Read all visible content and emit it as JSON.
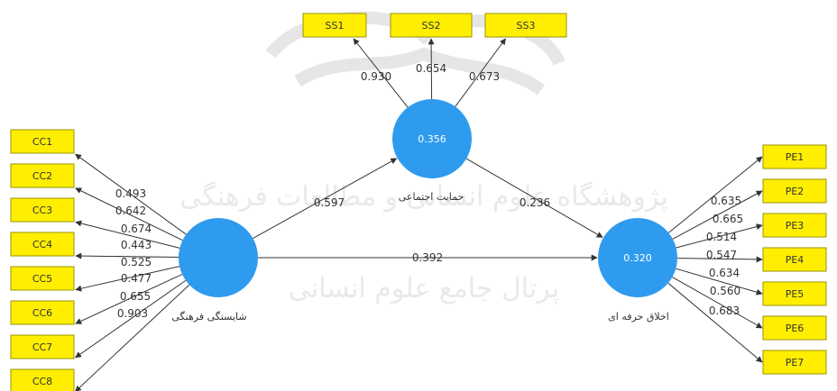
{
  "constructs": {
    "cultural": {
      "name": "شایستگی فرهنگی",
      "value": "",
      "color": "#2f9bef"
    },
    "social": {
      "name": "حمایت اجتماعی",
      "value": "0.356",
      "color": "#2f9bef"
    },
    "ethics": {
      "name": "اخلاق حرفه ای",
      "value": "0.320",
      "color": "#2f9bef"
    }
  },
  "paths": [
    {
      "id": "cultural-social",
      "from": "شایستگی فرهنگی",
      "to": "حمایت اجتماعی",
      "coef": "0.597"
    },
    {
      "id": "social-ethics",
      "from": "حمایت اجتماعی",
      "to": "اخلاق حرفه ای",
      "coef": "0.236"
    },
    {
      "id": "cultural-ethics",
      "from": "شایستگی فرهنگی",
      "to": "اخلاق حرفه ای",
      "coef": "0.392"
    }
  ],
  "indicators": {
    "cultural": [
      {
        "name": "CC1",
        "loading": "0.493"
      },
      {
        "name": "CC2",
        "loading": "0.642"
      },
      {
        "name": "CC3",
        "loading": "0.674"
      },
      {
        "name": "CC4",
        "loading": "0.443"
      },
      {
        "name": "CC5",
        "loading": "0.525"
      },
      {
        "name": "CC6",
        "loading": "0.477"
      },
      {
        "name": "CC7",
        "loading": "0.655"
      },
      {
        "name": "CC8",
        "loading": "0.903"
      }
    ],
    "social": [
      {
        "name": "SS1",
        "loading": "0.930"
      },
      {
        "name": "SS2",
        "loading": "0.654"
      },
      {
        "name": "SS3",
        "loading": "0.673"
      }
    ],
    "ethics": [
      {
        "name": "PE1",
        "loading": "0.635"
      },
      {
        "name": "PE2",
        "loading": "0.665"
      },
      {
        "name": "PE3",
        "loading": "0.514"
      },
      {
        "name": "PE4",
        "loading": "0.547"
      },
      {
        "name": "PE5",
        "loading": "0.634"
      },
      {
        "name": "PE6",
        "loading": "0.560"
      },
      {
        "name": "PE7",
        "loading": "0.683"
      }
    ]
  },
  "watermark": {
    "line1": "پژوهشگاه علوم انسانی و مطالعات فرهنگی",
    "line2": "پرتال جامع علوم انسانی"
  },
  "colors": {
    "indicator_fill": "#ffee00",
    "indicator_stroke": "#9a9400",
    "line": "#333333"
  }
}
